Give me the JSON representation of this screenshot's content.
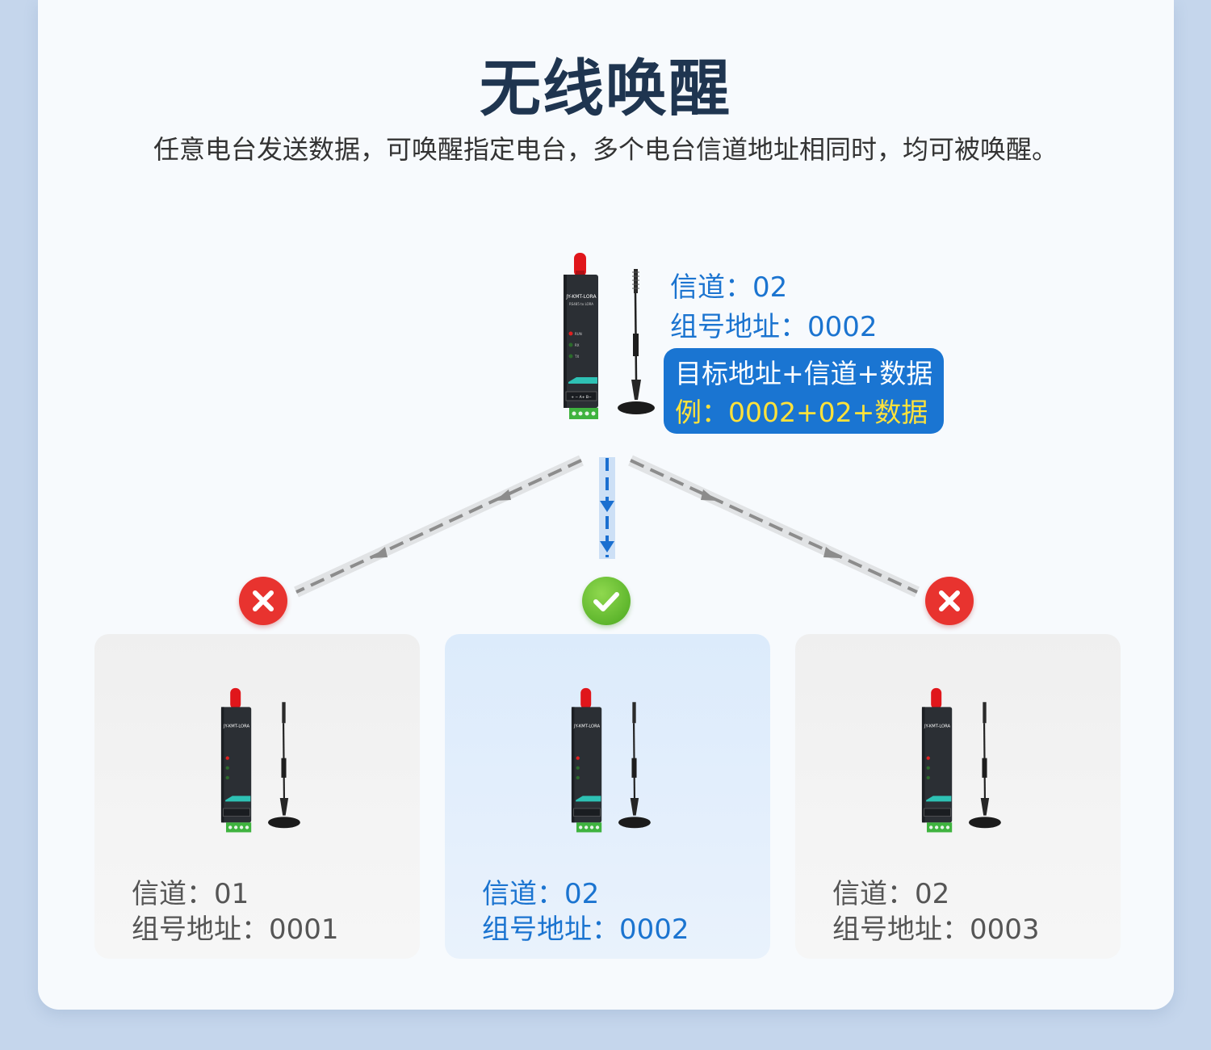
{
  "title": "无线唤醒",
  "subtitle": "任意电台发送数据，可唤醒指定电台，多个电台信道地址相同时，均可被唤醒。",
  "source": {
    "channel": "信道：02",
    "address": "组号地址：0002",
    "bubble_line1": "目标地址+信道+数据",
    "bubble_line2": "例：0002+02+数据"
  },
  "device": {
    "brand": "JY-KMT-LORA",
    "model": "RS485 to LORA",
    "led_1": "RUN",
    "led_2": "RX",
    "led_3": "TX",
    "terminal": "+ − A+ B−"
  },
  "receivers": [
    {
      "channel": "信道：01",
      "address": "组号地址：0001",
      "status": "rejected"
    },
    {
      "channel": "信道：02",
      "address": "组号地址：0002",
      "status": "accepted"
    },
    {
      "channel": "信道：02",
      "address": "组号地址：0003",
      "status": "rejected"
    }
  ],
  "colors": {
    "accent_blue": "#1b74d0",
    "bubble_highlight": "#ffe23a",
    "reject_red": "#e8332f",
    "accept_green": "#4aa81f"
  }
}
